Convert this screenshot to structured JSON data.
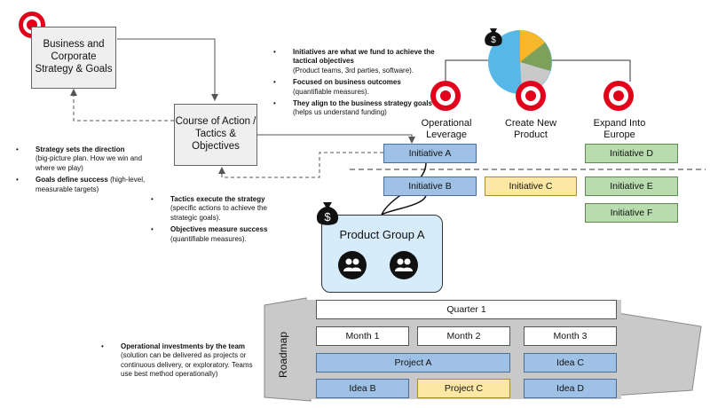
{
  "business_goals": "Business and Corporate Strategy & Goals",
  "course_of_action": "Course of Action / Tactics & Objectives",
  "targets": [
    "Operational Leverage",
    "Create New Product",
    "Expand Into Europe"
  ],
  "initiatives_note": [
    {
      "bold": "Initiatives are what we fund to achieve the tactical objectives",
      "text": "(Product teams, 3rd parties, software)."
    },
    {
      "bold": "Focused on business outcomes",
      "text": "(quantifiable measures)."
    },
    {
      "bold": "They align to the business strategy goals",
      "text": "(helps us understand funding)"
    }
  ],
  "strategy_note": [
    {
      "bold": "Strategy sets the direction",
      "text": "(big-picture plan. How we win and where we play)"
    },
    {
      "bold": "Goals define success",
      "text": "(high-level, measurable targets)"
    }
  ],
  "tactics_note": [
    {
      "bold": "Tactics execute the strategy",
      "text": "(specific actions to achieve the strategic goals)."
    },
    {
      "bold": "Objectives measure success",
      "text": "(quantifiable measures)."
    }
  ],
  "ops_note": {
    "bold": "Operational investments by the team",
    "text": "(solution can be delivered as projects or continuous delivery, or exploratory. Teams use best method operationally)"
  },
  "initiatives": {
    "a": "Initiative A",
    "b": "Initiative B",
    "c": "Initiative C",
    "d": "Initiative D",
    "e": "Initiative E",
    "f": "Initiative F"
  },
  "product_group": "Product Group A",
  "roadmap": {
    "label": "Roadmap",
    "quarter": "Quarter 1",
    "months": [
      "Month 1",
      "Month 2",
      "Month 3"
    ],
    "row1": [
      "Project A",
      "Idea C"
    ],
    "row2": [
      "Idea B",
      "Project C",
      "Idea D"
    ]
  },
  "colors": {
    "blue": "#9fc1e6",
    "green": "#b9dcae",
    "yellow": "#fce7a4",
    "target_red": "#e3001b",
    "group_fill": "#d6ecfb"
  }
}
